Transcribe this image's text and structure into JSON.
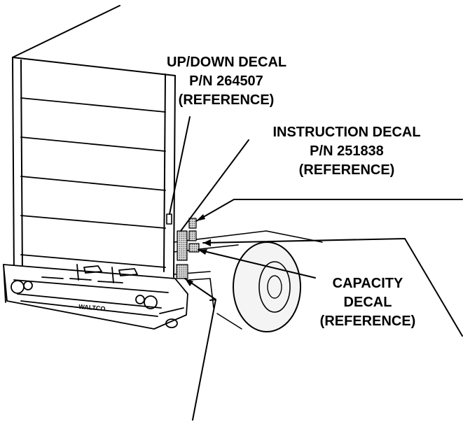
{
  "callouts": {
    "up_down": {
      "line1": "UP/DOWN DECAL",
      "line2": "P/N 264507",
      "line3": "(REFERENCE)"
    },
    "instruction": {
      "line1": "INSTRUCTION DECAL",
      "line2": "P/N 251838",
      "line3": "(REFERENCE)"
    },
    "capacity": {
      "line1": "CAPACITY",
      "line2": "DECAL",
      "line3": "(REFERENCE)"
    }
  },
  "platform_brand": "WALTCO",
  "colors": {
    "line": "#000000",
    "background": "#ffffff",
    "decal_fill": "#8a8a8a",
    "tire": "#f4f4f4"
  }
}
